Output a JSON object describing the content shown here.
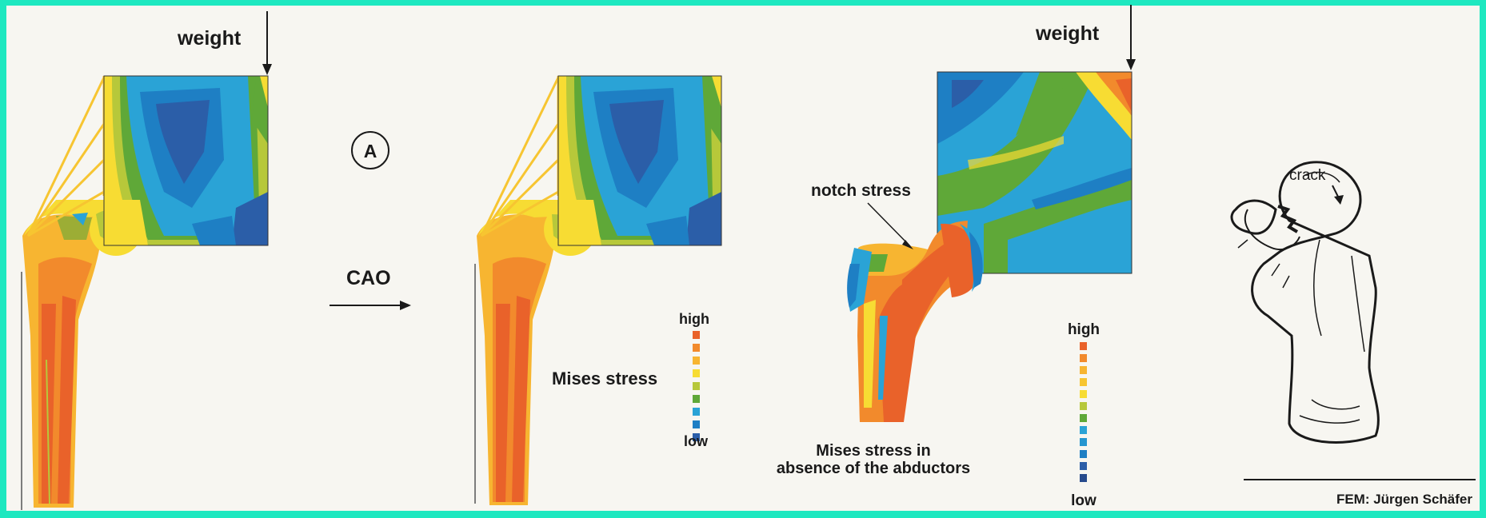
{
  "left_panel": {
    "weight_label": "weight"
  },
  "center": {
    "circle_label": "A",
    "arrow_label": "CAO"
  },
  "mid_panel": {
    "legend_high": "high",
    "legend_low": "low",
    "legend_title": "Mises stress"
  },
  "right_panel": {
    "weight_label": "weight",
    "notch_label": "notch stress",
    "caption_line1": "Mises stress in",
    "caption_line2": "absence of the abductors",
    "legend_high": "high",
    "legend_low": "low"
  },
  "sketch": {
    "crack_label": "crack",
    "credit": "FEM: Jürgen Schäfer"
  },
  "colors": {
    "frame": "#1ee8c0",
    "paper": "#f7f6f1",
    "stress_scale": [
      "#e9622a",
      "#f28a2c",
      "#f7b531",
      "#f7dc33",
      "#b7c83a",
      "#5fa838",
      "#2aa3d6",
      "#1e7fc4",
      "#2b5ea8",
      "#264a8c"
    ]
  }
}
